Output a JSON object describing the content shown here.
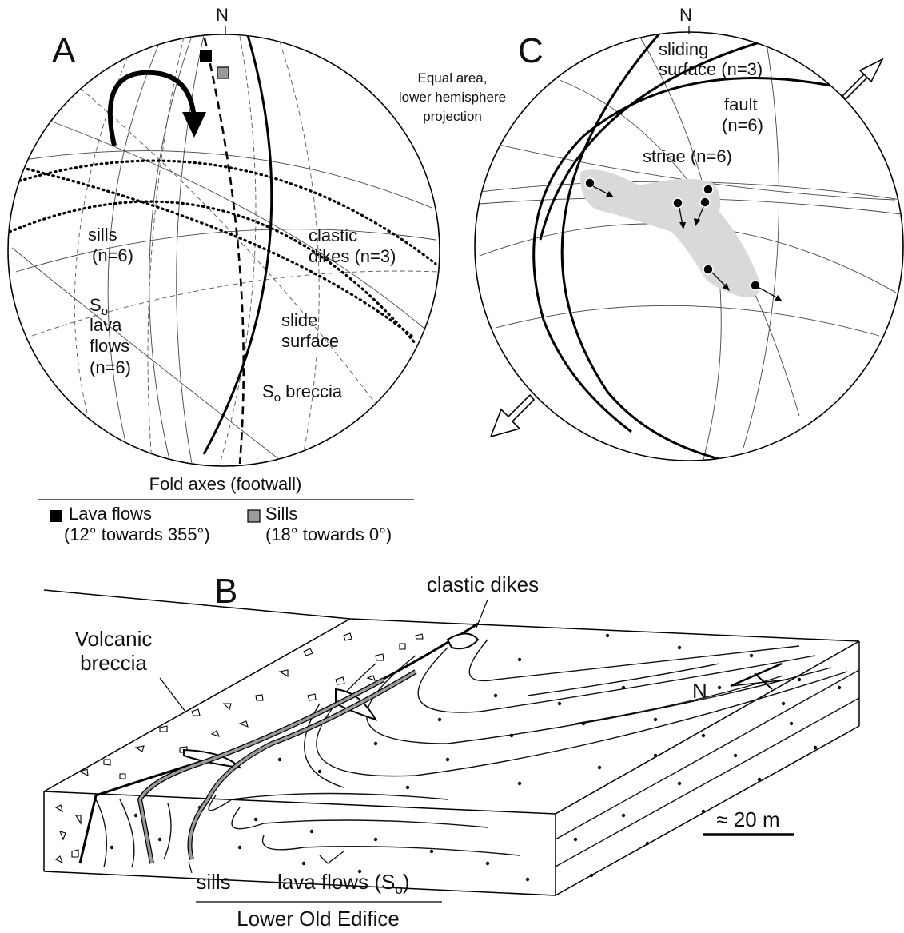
{
  "panel_a": {
    "letter": "A",
    "north": "N",
    "projection_note": [
      "Equal area,",
      "lower hemisphere",
      "projection"
    ],
    "labels": {
      "sills": [
        "sills",
        "(n=6)"
      ],
      "lava_flows_so": "S",
      "lava_flows_so_sub": "o",
      "lava_flows": [
        "lava",
        "flows",
        "(n=6)"
      ],
      "clastic_dikes": [
        "clastic",
        "dikes (n=3)"
      ],
      "slide_surface": [
        "slide",
        "surface"
      ],
      "so_breccia_s": "S",
      "so_breccia_sub": "o",
      "so_breccia": " breccia"
    },
    "legend": {
      "title": "Fold axes (footwall)",
      "lava": [
        "Lava flows",
        "(12° towards 355°)"
      ],
      "sills": [
        "Sills",
        "(18° towards 0°)"
      ]
    }
  },
  "panel_c": {
    "letter": "C",
    "north": "N",
    "labels": {
      "sliding_surface": [
        "sliding",
        "surface (n=3)"
      ],
      "fault": [
        "fault",
        "(n=6)"
      ],
      "striae": "striae (n=6)"
    }
  },
  "panel_b": {
    "letter": "B",
    "labels": {
      "clastic_dikes": "clastic dikes",
      "volcanic_breccia": [
        "Volcanic",
        "breccia"
      ],
      "north": "N",
      "scale": "≈ 20 m",
      "sills": "sills",
      "lava_flows": "lava flows (S",
      "lava_flows_sub": "o",
      "lava_flows_end": ")",
      "lower_old_edifice": "Lower Old Edifice"
    }
  },
  "colors": {
    "ink": "#000000",
    "grey_fill": "#bdbdbd",
    "shade": "#d9d9d9"
  }
}
